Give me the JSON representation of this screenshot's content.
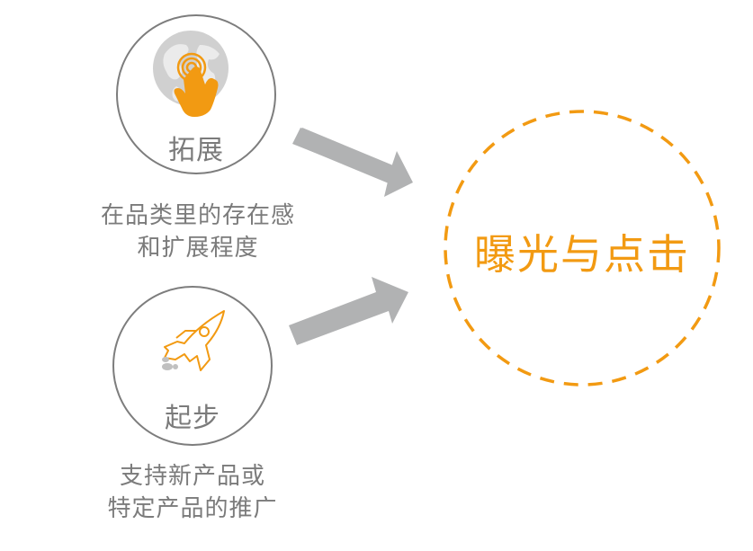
{
  "colors": {
    "accent": "#f29a12",
    "circle_stroke": "#7d7d7d",
    "arrow": "#b1b2b3",
    "text_gray": "#7b7b7b",
    "globe_gray": "#c9c9c9"
  },
  "nodes": [
    {
      "id": "expand",
      "icon": "globe-touch-icon",
      "label": "拓展",
      "description_lines": [
        "在品类里的存在感",
        "和扩展程度"
      ]
    },
    {
      "id": "start",
      "icon": "rocket-icon",
      "label": "起步",
      "description_lines": [
        "支持新产品或",
        "特定产品的推广"
      ]
    }
  ],
  "target": {
    "label": "曝光与点击",
    "style": "dashed-circle"
  },
  "arrows": [
    {
      "from": "expand",
      "to": "target"
    },
    {
      "from": "start",
      "to": "target"
    }
  ]
}
